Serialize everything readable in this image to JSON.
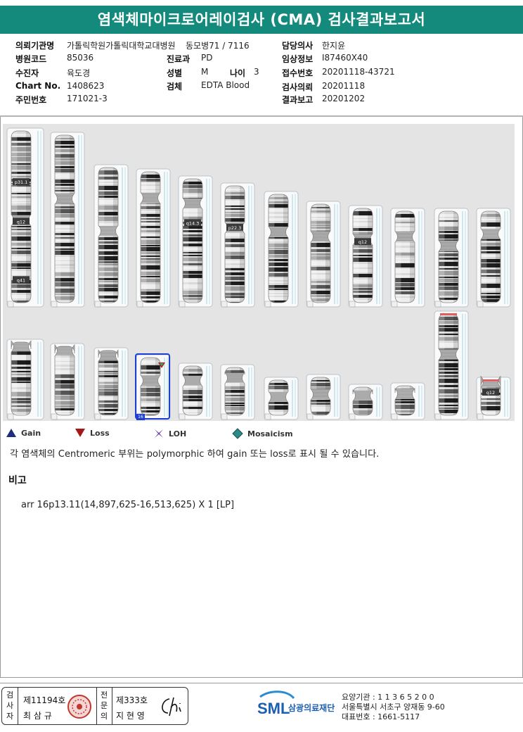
{
  "title": "염색체마이크로어레이검사 (CMA) 검사결과보고서",
  "info": {
    "col1": [
      {
        "label": "의뢰기관명",
        "value": "가톨릭학원가톨릭대학교대병원"
      },
      {
        "label": "병원코드",
        "value": "85036"
      },
      {
        "label": "수진자",
        "value": "육도경"
      },
      {
        "label": "Chart No.",
        "value": "1408623"
      },
      {
        "label": "주민번호",
        "value": "171021-3"
      }
    ],
    "col2": [
      {
        "label": "",
        "value": "동모병71 / 7116"
      },
      {
        "label": "진료과",
        "value": "PD"
      },
      {
        "label": "성별",
        "value": "M"
      },
      {
        "label": "검체",
        "value": "EDTA Blood"
      }
    ],
    "age": {
      "label": "나이",
      "value": "3"
    },
    "col3": [
      {
        "label": "담당의사",
        "value": "한지윤"
      },
      {
        "label": "임상정보",
        "value": "I87460X40"
      },
      {
        "label": "접수번호",
        "value": "20201118-43721"
      },
      {
        "label": "검사의뢰",
        "value": "20201118"
      },
      {
        "label": "결과보고",
        "value": "20201202"
      }
    ]
  },
  "karyogram": {
    "highlight_chromosome": "16",
    "band_labels": {
      "c1a": "p31.1",
      "c1b": "q12",
      "c1c": "q41",
      "c5": "q14.3",
      "c6": "p22.3",
      "c9": "q12",
      "cY": "q12"
    },
    "colors": {
      "gain": "#2b3f9c",
      "loss": "#b31b1b",
      "loh": "#6b3fa0",
      "mosaicism": "#2b8a88",
      "highlight": "#1f3fd1"
    }
  },
  "legend": [
    {
      "label": "Gain",
      "icon": "gain-triangle-icon"
    },
    {
      "label": "Loss",
      "icon": "loss-triangle-icon"
    },
    {
      "label": "LOH",
      "icon": "loh-cross-icon"
    },
    {
      "label": "Mosaicism",
      "icon": "mosaicism-diamond-icon"
    }
  ],
  "note": "각 염색체의 Centromeric 부위는 polymorphic 하여 gain 또는 loss로 표시 될 수 있습니다.",
  "remarks": {
    "title": "비고",
    "text": "arr 16p13.11(14,897,625-16,513,625) X 1 [LP]"
  },
  "footer": {
    "examiner_label": [
      "검",
      "사",
      "자"
    ],
    "examiner_no": "제11194호",
    "examiner_name": "최 삼 규",
    "specialist_label": [
      "전",
      "문",
      "의"
    ],
    "specialist_no": "제333호",
    "specialist_name": "지 현 영",
    "org_short": "SML",
    "org_name": "삼광의료재단",
    "contact_lines": [
      "요양기관 : 1 1 3 6 5 2 0 0",
      "서울특별시 서초구 양재동 9-60",
      "대표번호 : 1661-5117"
    ]
  }
}
